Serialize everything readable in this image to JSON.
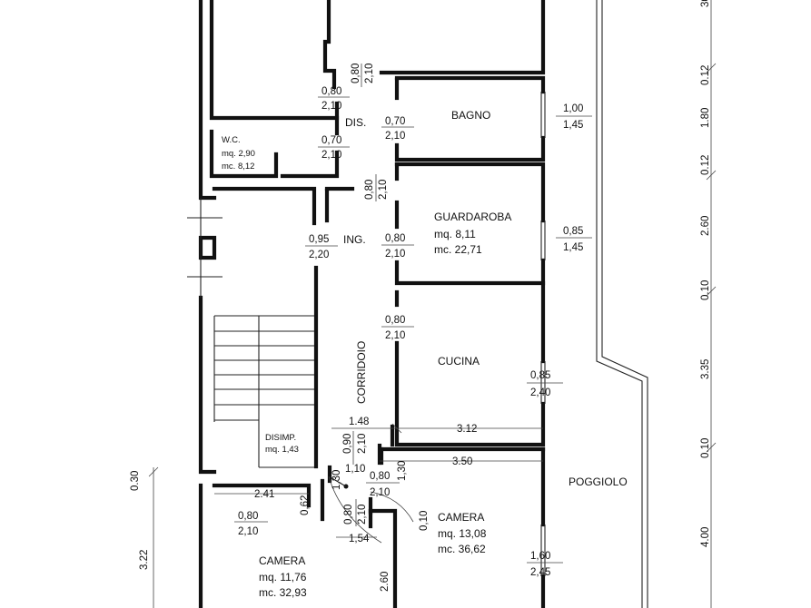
{
  "rooms": {
    "bagno": "BAGNO",
    "dis": "DIS.",
    "wc_name": "W.C.",
    "wc_mq": "mq. 2,90",
    "wc_mc": "mc. 8,12",
    "ing": "ING.",
    "guardaroba_name": "GUARDAROBA",
    "guardaroba_mq": "mq.  8,11",
    "guardaroba_mc": "mc.  22,71",
    "cucina": "CUCINA",
    "corridoio": "CORRIDOIO",
    "disimp_name": "DISIMP.",
    "disimp_mq": "mq. 1,43",
    "poggiolo": "POGGIOLO",
    "camera2_name": "CAMERA",
    "camera2_mq": "mq.  13,08",
    "camera2_mc": "mc.  36,62",
    "camera1_name": "CAMERA",
    "camera1_mq": "mq.  11,76",
    "camera1_mc": "mc.  32,93"
  },
  "openings": {
    "d1_w": "0,80",
    "d1_h": "2,10",
    "d1v_w": "0,80",
    "d1v_h": "2,10",
    "d2_w": "0,70",
    "d2_h": "2,10",
    "d3_w": "0,70",
    "d3_h": "2,10",
    "w1_w": "1,00",
    "w1_h": "1,45",
    "d4v_w": "0,80",
    "d4v_h": "2,10",
    "d5_w": "0,95",
    "d5_h": "2,20",
    "d6_w": "0,80",
    "d6_h": "2,10",
    "w2_w": "0,85",
    "w2_h": "1,45",
    "d7_w": "0,80",
    "d7_h": "2,10",
    "w3_w": "0,85",
    "w3_h": "2,40",
    "d8v_w": "0,90",
    "d8v_h": "2,10",
    "d9_w": "0,80",
    "d9_h": "2,10",
    "d10_w": "0,80",
    "d10_h": "2,10",
    "d11v_w": "0,80",
    "d11v_h": "2,10",
    "w4_w": "1,60",
    "w4_h": "2,45"
  },
  "dimensions": {
    "d_148": "1.48",
    "d_312": "3.12",
    "d_350": "3.50",
    "d_110": "1,10",
    "d_130a": "1,30",
    "d_130b": "1,30",
    "d_241": "2.41",
    "d_062": "0,62",
    "d_154": "1,54",
    "d_010": "0,10",
    "d_260b": "2.60",
    "left_030": "0.30",
    "left_322": "3.22",
    "right_top": "30",
    "right_012a": "0.12",
    "right_180": "1.80",
    "right_012b": "0.12",
    "right_260": "2.60",
    "right_010a": "0.10",
    "right_335": "3.35",
    "right_010b": "0.10",
    "right_400": "4.00"
  }
}
